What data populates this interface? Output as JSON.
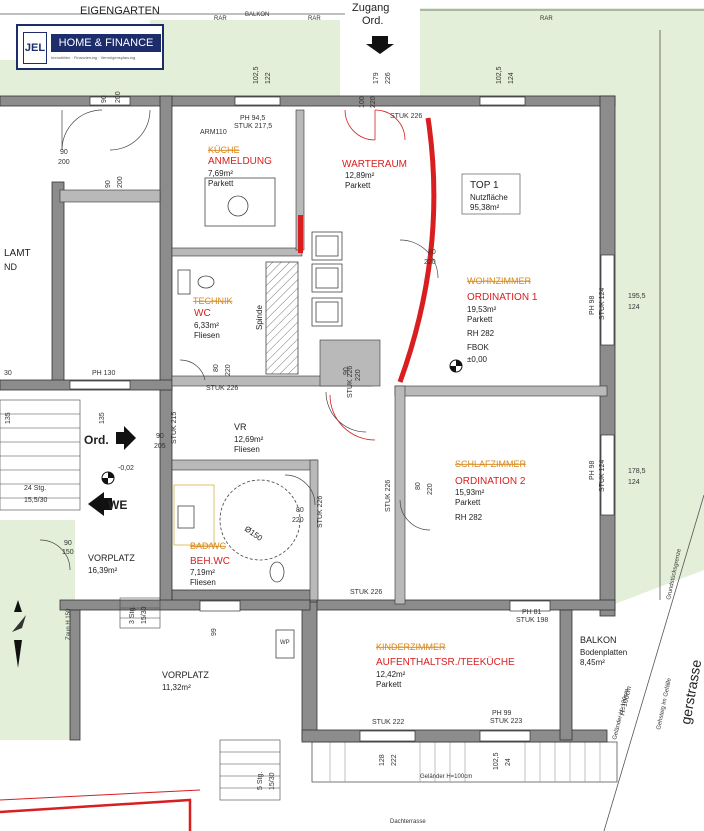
{
  "logo": {
    "mark": "JEL",
    "name": "HOME & FINANCE",
    "tagline": "Immobilien · Finanzierung · Vermögensplanung"
  },
  "labels": {
    "eigengarten": "EIGENGARTEN",
    "zugang_line1": "Zugang",
    "zugang_line2": "Ord.",
    "balkon_top": "BALKON",
    "rar_1": "RAR",
    "rar_2": "RAR",
    "rar_3": "RAR",
    "lamt": "LAMT",
    "nd": "ND",
    "ord_entry": "Ord.",
    "we_entry": "WE",
    "grundstuecksgrenze": "Grundstücksgrenze",
    "gehweg": "Gehsteig im Gefälle",
    "strasse": "gerstrasse",
    "dachterrasse": "Dachterrasse",
    "gelaender_1": "Geländer H=100cm",
    "gelaender_2": "Geländer H=100cm",
    "zaun": "Zaun H 150",
    "wp": "WP",
    "spinde": "Spinde"
  },
  "top": {
    "label": "TOP 1",
    "area_label": "Nutzfläche",
    "area": "95,38m²"
  },
  "rooms": {
    "anmeldung": {
      "old": "KÜCHE",
      "name": "ANMELDUNG",
      "area": "7,69m²",
      "floor": "Parkett"
    },
    "warteraum": {
      "name": "WARTERAUM",
      "area": "12,89m²",
      "floor": "Parkett"
    },
    "ordination1": {
      "old": "WOHNZIMMER",
      "name": "ORDINATION 1",
      "area": "19,53m²",
      "floor": "Parkett",
      "rh": "RH 282",
      "fbok1": "FBOK",
      "fbok2": "±0,00"
    },
    "wc": {
      "old": "TECHNIK",
      "name": "WC",
      "area": "6,33m²",
      "floor": "Fliesen"
    },
    "vr": {
      "name": "VR",
      "area": "12,69m²",
      "floor": "Fliesen"
    },
    "ordination2": {
      "old": "SCHLAFZIMMER",
      "name": "ORDINATION 2",
      "area": "15,93m²",
      "floor": "Parkett",
      "rh": "RH 282"
    },
    "behwc": {
      "old": "BAD/WC",
      "name": "BEH.WC",
      "area": "7,19m²",
      "floor": "Fliesen",
      "circle": "Ø150"
    },
    "vorplatz1": {
      "name": "VORPLATZ",
      "area": "16,39m²"
    },
    "vorplatz2": {
      "name": "VORPLATZ",
      "area": "11,32m²"
    },
    "aufenthalt": {
      "old": "KINDERZIMMER",
      "name": "AUFENTHALTSR./TEEKÜCHE",
      "area": "12,42m²",
      "floor": "Parkett"
    },
    "balkon": {
      "name": "BALKON",
      "floor": "Bodenplatten",
      "area": "8,45m²"
    }
  },
  "dims": {
    "d_90_200_a": "90",
    "d_90_200_a2": "200",
    "d_90_200_b": "90",
    "d_90_200_b2": "200",
    "d_90_200_c": "90",
    "d_90_200_c2": "200",
    "ph945": "PH 94,5",
    "stuk2175": "STUK 217,5",
    "d102": "102,5",
    "d122": "122",
    "d179": "179",
    "d226": "226",
    "d100": "100",
    "d220": "220",
    "stuk226_top": "STUK 226",
    "d1025_top": "102,5",
    "d124_top": "124",
    "arm110": "ARM110",
    "d80_220_w": "80",
    "d80_220_w2": "220",
    "ph98_1": "PH 98",
    "stuk124_1": "STUK 124",
    "d1955": "195,5",
    "d124_r1": "124",
    "ph98_2": "PH 98",
    "stuk124_2": "STUK 124",
    "d1785": "178,5",
    "d124_r2": "124",
    "d80_wc": "80",
    "d220_wc": "220",
    "stuk226_wc": "STUK 226",
    "d90_vr": "90",
    "d220_vr": "220",
    "stuk226_vr": "STUK 226",
    "ph130": "PH 130",
    "d30": "30",
    "d135a": "135",
    "d135b": "135",
    "d90_ord": "90",
    "d205": "205",
    "stuk215": "STUK 215",
    "d002": "-0,02",
    "stg24": "24 Stg.",
    "stg24b": "15,5/30",
    "d90_150": "90",
    "d150": "150",
    "stuk226_o2": "STUK 226",
    "d80_o2": "80",
    "d220_o2": "220",
    "d80_bwc": "80",
    "d220_bwc": "220",
    "stuk226_bwc": "STUK 226",
    "stuk226_a": "STUK 226",
    "d99": "99",
    "ph81": "PH 81",
    "stuk198": "STUK 198",
    "stg3": "3 Stg.",
    "stg3b": "15/30",
    "stuk222": "STUK 222",
    "ph99": "PH 99",
    "stuk223": "STUK 223",
    "d128": "128",
    "d222": "222",
    "d1025_b": "102,5",
    "d24_b": "24",
    "stg5": "5 Stg.",
    "stg5b": "15/30",
    "d124_bal": "H=100cm"
  }
}
